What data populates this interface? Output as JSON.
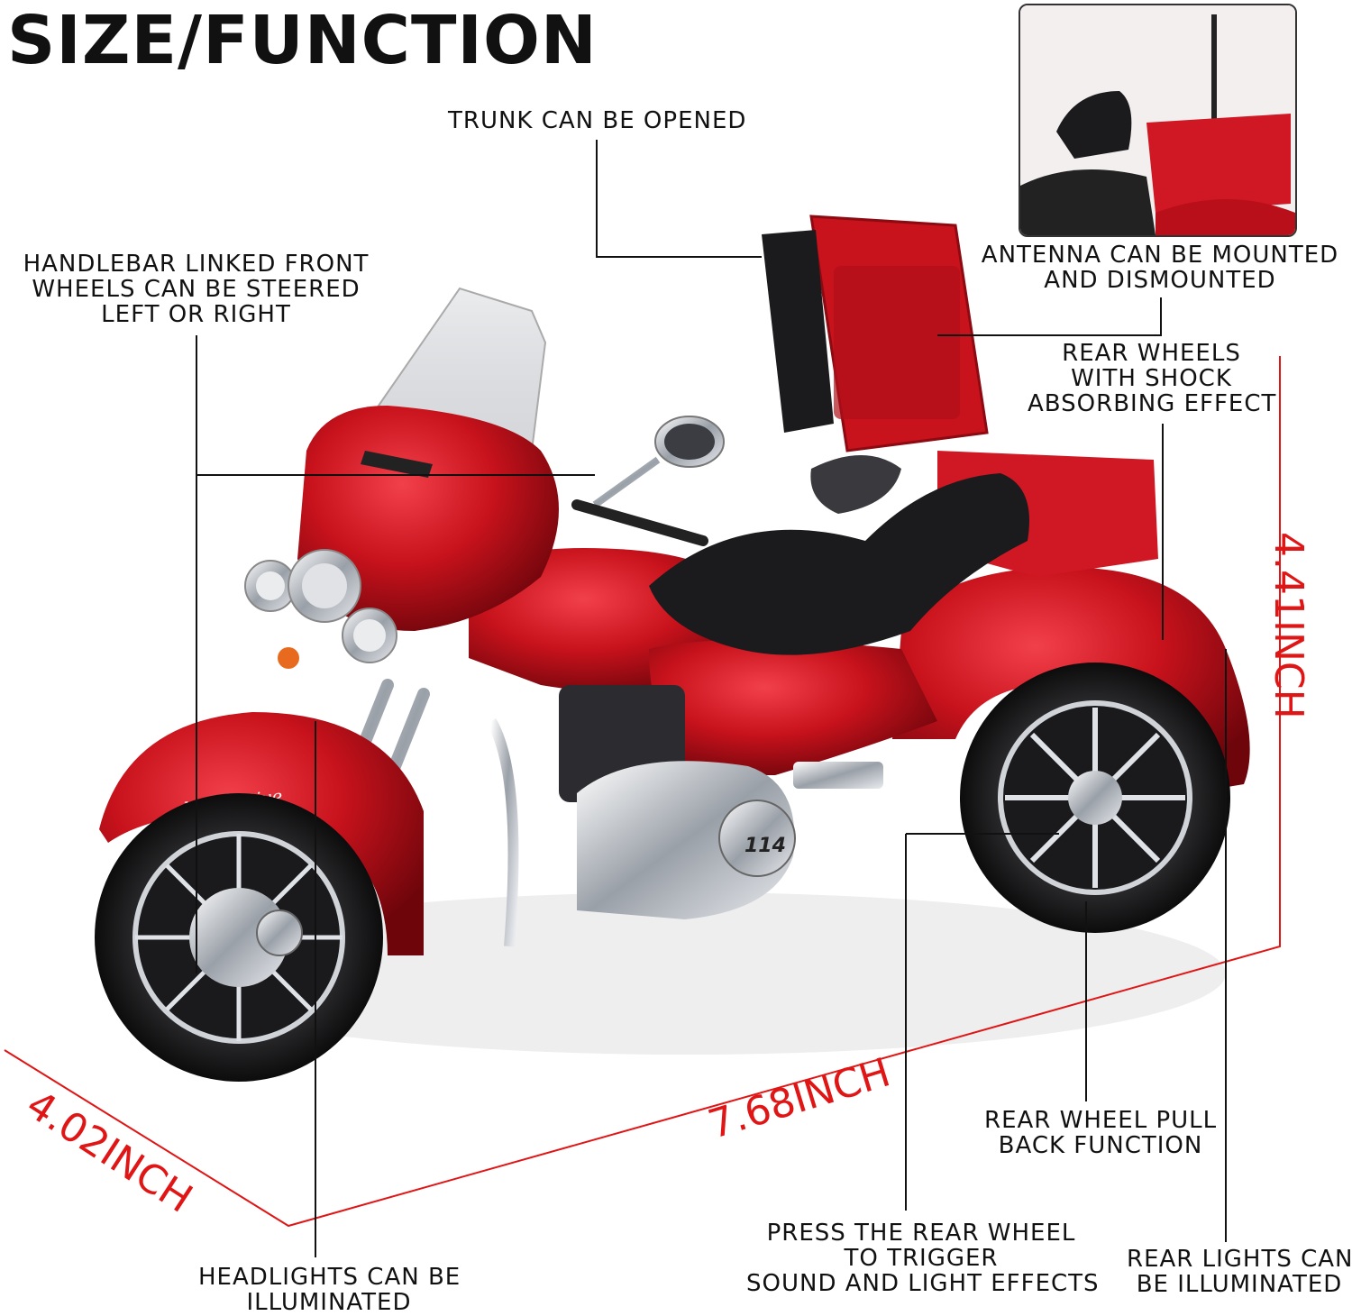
{
  "title": "SIZE/FUNCTION",
  "callouts": {
    "trunk": [
      "TRUNK CAN BE OPENED"
    ],
    "handlebar": [
      "HANDLEBAR LINKED FRONT",
      "WHEELS CAN BE STEERED",
      "LEFT OR RIGHT"
    ],
    "antenna": [
      "ANTENNA CAN BE MOUNTED",
      "AND DISMOUNTED"
    ],
    "rear_shock": [
      "REAR WHEELS",
      "WITH SHOCK",
      "ABSORBING EFFECT"
    ],
    "pull_back": [
      "REAR WHEEL PULL",
      "BACK FUNCTION"
    ],
    "press_rear": [
      "PRESS THE REAR WHEEL",
      "TO TRIGGER",
      "SOUND AND LIGHT EFFECTS"
    ],
    "headlights": [
      "HEADLIGHTS CAN BE",
      "ILLUMINATED"
    ],
    "rear_lights": [
      "REAR LIGHTS CAN",
      "BE ILLUMINATED"
    ]
  },
  "dimensions": {
    "height": "4.41INCH",
    "length": "7.68INCH",
    "width": "4.02INCH"
  },
  "model_badges": {
    "fender_script": "locomotive",
    "engine": "114"
  },
  "colors": {
    "body_red": "#c8121c",
    "dimension_red": "#e01515",
    "chrome": "#c9ccd1",
    "seat_black": "#1b1b1d"
  }
}
